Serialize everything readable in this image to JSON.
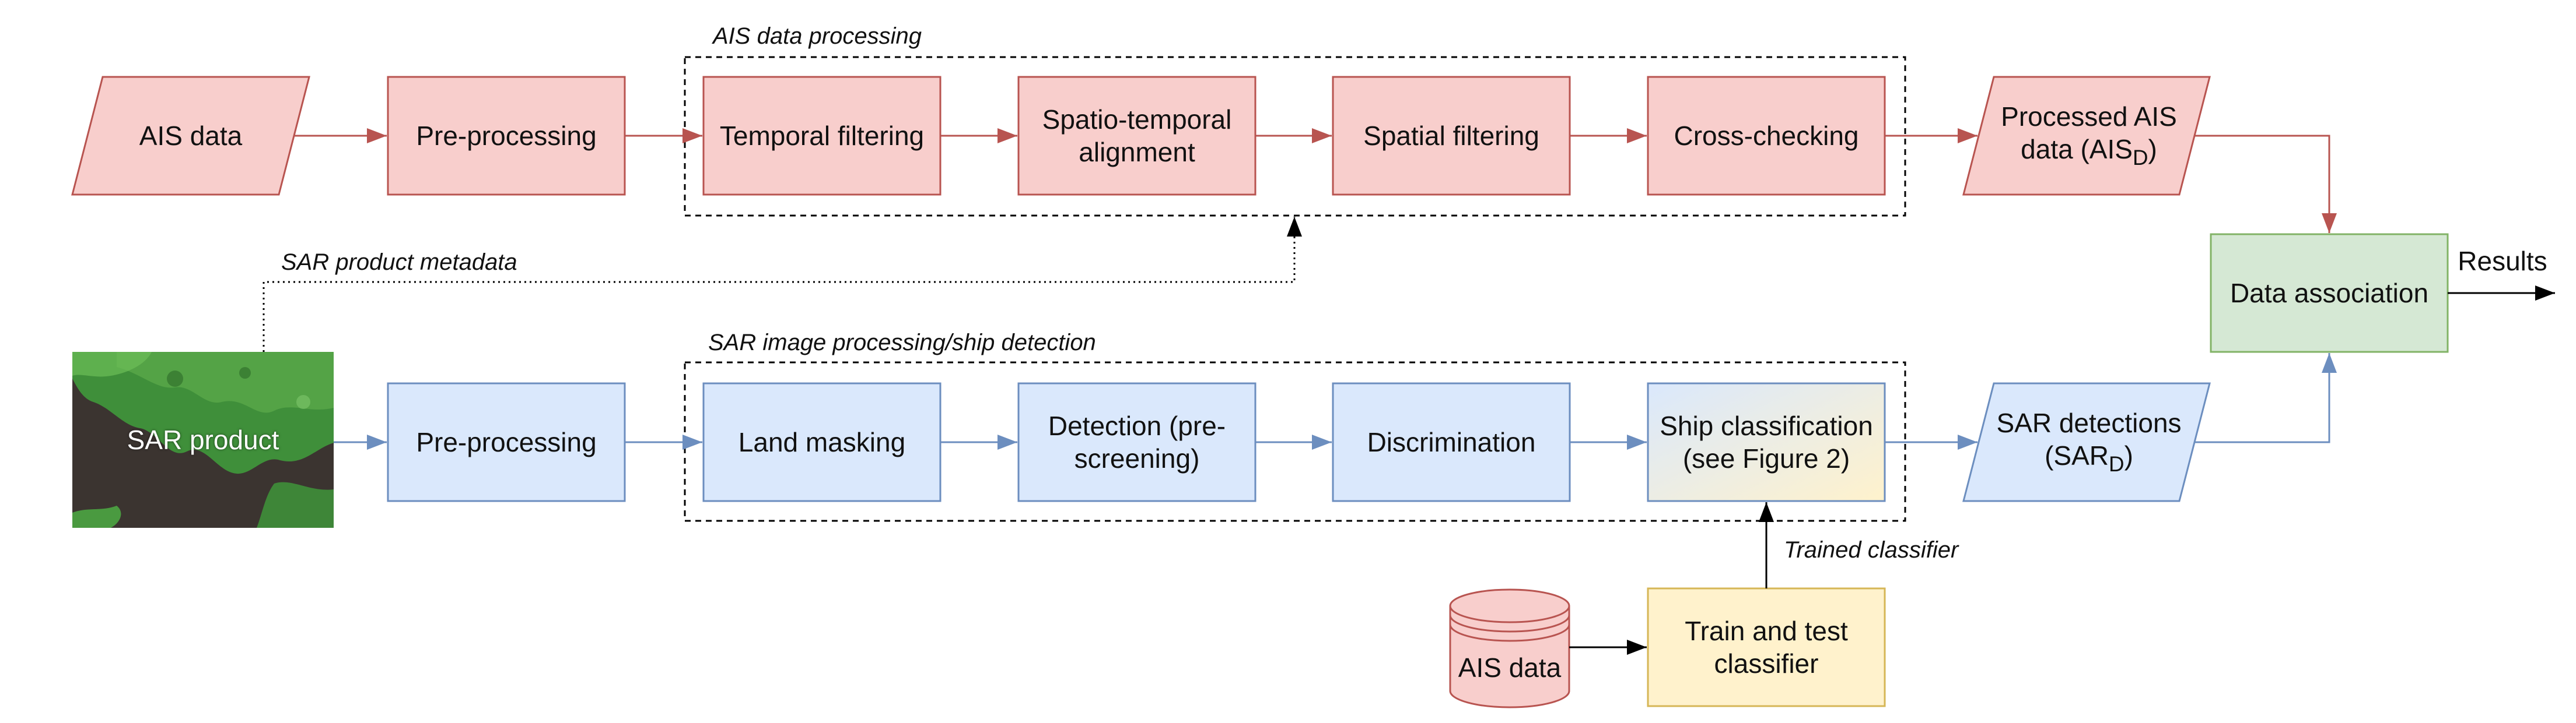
{
  "groups": {
    "ais_processing": "AIS data processing",
    "sar_processing": "SAR image processing/ship detection"
  },
  "edge_labels": {
    "sar_metadata": "SAR product metadata",
    "trained_classifier": "Trained classifier",
    "results": "Results"
  },
  "ais_row": {
    "input": "AIS data",
    "preprocessing": "Pre-processing",
    "temporal": "Temporal filtering",
    "spatiotemporal": "Spatio-temporal alignment",
    "spatial": "Spatial filtering",
    "crosscheck": "Cross-checking",
    "processed_main": "Processed AIS data (AIS",
    "processed_sub": "D",
    "processed_end": ")"
  },
  "sar_row": {
    "product": "SAR product",
    "preprocessing": "Pre-processing",
    "land_masking": "Land masking",
    "detection": "Detection (pre-screening)",
    "discrimination": "Discrimination",
    "classification": "Ship classification (see Figure 2)",
    "detections_main": "SAR detections (SAR",
    "detections_sub": "D",
    "detections_end": ")"
  },
  "bottom": {
    "ais_db": "AIS data",
    "train": "Train and test classifier"
  },
  "association": "Data association",
  "colors": {
    "red_fill": "#f8cecc",
    "red_stroke": "#b85450",
    "blue_fill": "#dae8fc",
    "blue_stroke": "#6c8ebf",
    "green_fill": "#d5e8d4",
    "green_stroke": "#82b366",
    "yellow_fill": "#fff2cc",
    "yellow_stroke": "#d6b656"
  }
}
